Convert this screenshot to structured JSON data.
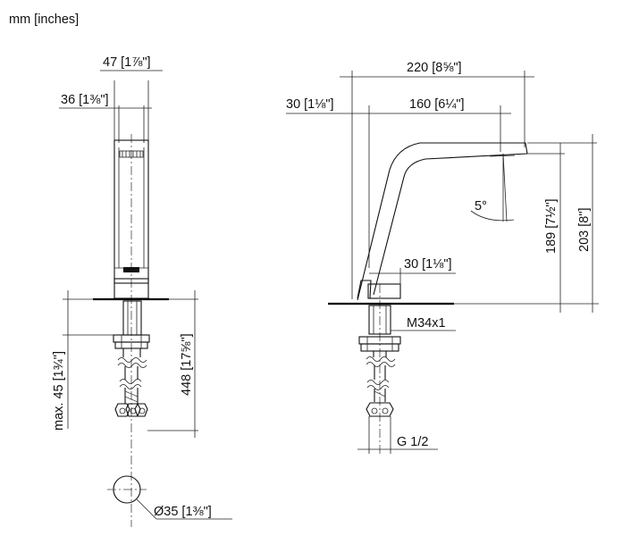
{
  "unit_legend": "mm [inches]",
  "front_view": {
    "top_width": "47 [1⅞\"]",
    "body_width": "36 [1⅜\"]",
    "max_thickness": "max. 45 [1¾\"]",
    "hose_length": "448 [17⅝\"]",
    "hole_diameter": "Ø35 [1⅜\"]"
  },
  "side_view": {
    "reach_total": "220 [8⅝\"]",
    "base_offset": "30 [1⅛\"]",
    "reach_spout": "160 [6¼\"]",
    "angle": "5°",
    "spout_height": "189 [7½\"]",
    "total_height": "203 [8\"]",
    "lever_offset": "30 [1⅛\"]",
    "thread": "M34x1",
    "connection": "G 1/2"
  }
}
